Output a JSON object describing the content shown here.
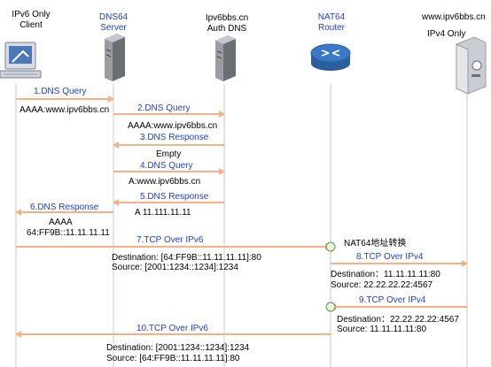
{
  "colors": {
    "arrow": "#f5b185",
    "lifeline": "#c8c8c8",
    "blue_text": "#1f3fbf",
    "router": "#3a79c8",
    "nat_marker_fill": "#e8f4d8"
  },
  "participants": [
    {
      "name": "IPv6 Only",
      "sub": "Client",
      "color": "black",
      "icon": "client-pc-icon"
    },
    {
      "name": "DNS64",
      "sub": "Server",
      "color": "blue",
      "icon": "server-icon"
    },
    {
      "name": "Ipv6bbs.cn",
      "sub": "Auth DNS",
      "color": "black",
      "icon": "server-icon"
    },
    {
      "name": "NAT64",
      "sub": "Router",
      "color": "blue",
      "icon": "router-icon"
    },
    {
      "name": "www.ipv6bbs.cn",
      "sub": "IPv4 Only",
      "color": "black",
      "icon": "web-server-icon"
    }
  ],
  "messages": [
    {
      "label": "1.DNS Query",
      "detail": [
        "AAAA:www.ipv6bbs.cn"
      ]
    },
    {
      "label": "2.DNS Query",
      "detail": [
        "AAAA:www.ipv6bbs.cn"
      ]
    },
    {
      "label": "3.DNS Response",
      "detail": [
        "Empty"
      ]
    },
    {
      "label": "4.DNS Query",
      "detail": [
        "A:www.ipv6bbs.cn"
      ]
    },
    {
      "label": "5.DNS Response",
      "detail": [
        "A  11.111.11.11"
      ]
    },
    {
      "label": "6.DNS Response",
      "detail": [
        "AAAA",
        "64:FF9B::11.11.11.11"
      ]
    },
    {
      "label": "7.TCP Over IPv6",
      "detail": [
        "Destination: [64:FF9B::11.11.11.11]:80",
        "Source:       [2001:1234::1234]:1234"
      ]
    },
    {
      "label": "8.TCP Over IPv4",
      "detail": [
        "Destination：11.11.11.11:80",
        "Source:          22.22.22.22:4567"
      ]
    },
    {
      "label": "9.TCP Over IPv4",
      "detail": [
        "Destination：22.22.22.22:4567",
        "Source:           11.11.11.11:80"
      ]
    },
    {
      "label": "10.TCP Over IPv6",
      "detail": [
        "Destination: [2001:1234::1234]:1234",
        "Source:       [64:FF9B::11.11.11.11]:80"
      ]
    }
  ],
  "nat_note": "NAT64地址转换"
}
